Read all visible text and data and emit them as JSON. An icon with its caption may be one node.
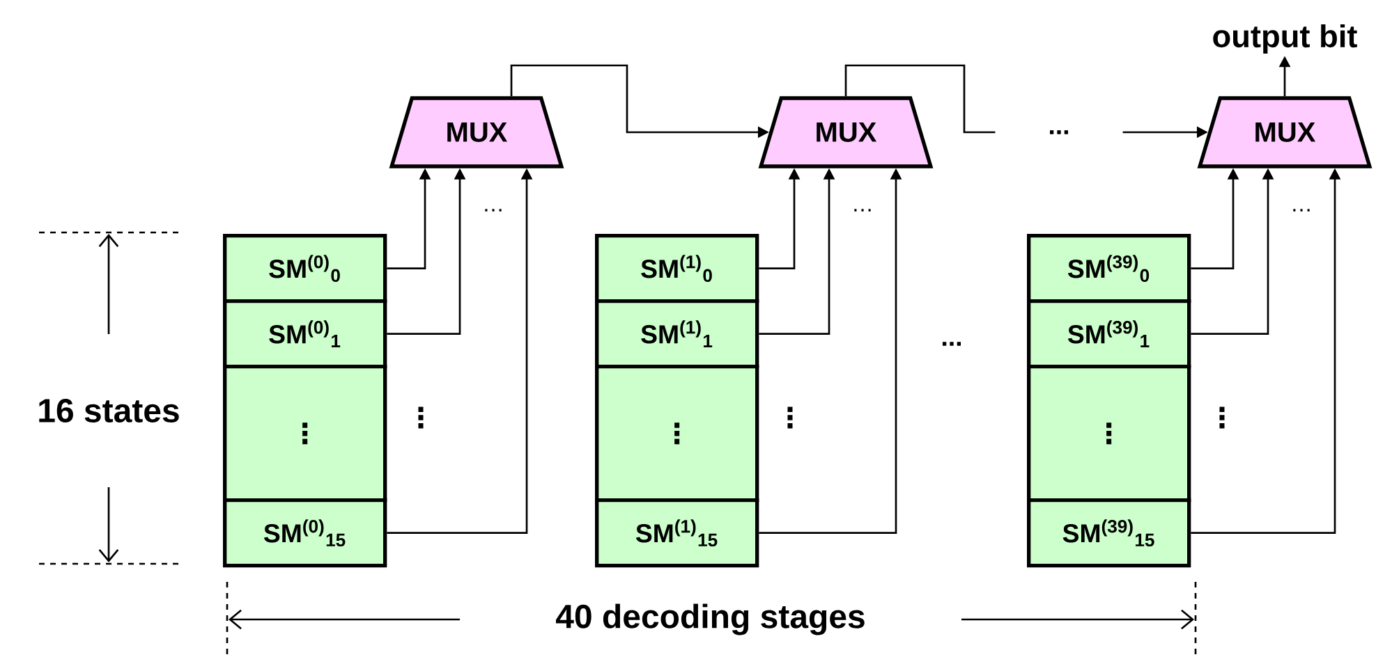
{
  "diagram": {
    "nodes": [
      {
        "text": [
          "MUX"
        ]
      },
      {
        "text": [
          "SM$^{(0)}$$_{0}$"
        ]
      },
      {
        "text": [
          "SM$^{(0)}$$_{1}$"
        ]
      },
      {
        "text": [
          "⋮"
        ]
      },
      {
        "text": [
          "SM$^{(0)}$$_{15}$"
        ]
      },
      {
        "text": [
          "MUX"
        ]
      },
      {
        "text": [
          "SM$^{(1)}$$_{0}$"
        ]
      },
      {
        "text": [
          "SM$^{(1)}$$_{1}$"
        ]
      },
      {
        "text": [
          "⋮"
        ]
      },
      {
        "text": [
          "SM$^{(1)}$$_{15}$"
        ]
      },
      {
        "text": [
          "MUX"
        ]
      },
      {
        "text": [
          "SM$^{(39)}$$_{0}$"
        ]
      },
      {
        "text": [
          "SM$^{(39)}$$_{1}$"
        ]
      },
      {
        "text": [
          "⋮"
        ]
      },
      {
        "text": [
          "SM$^{(39)}$$_{15}$"
        ]
      },
      {
        "text": [
          "output bit"
        ]
      }
    ],
    "edges": [
      {
        "from": 1,
        "to": 0,
        "arrow": "to"
      },
      {
        "from": 2,
        "to": 0,
        "arrow": "to"
      },
      {
        "from": 4,
        "to": 0,
        "arrow": "to"
      },
      {
        "from": 6,
        "to": 5,
        "arrow": "to"
      },
      {
        "from": 7,
        "to": 5,
        "arrow": "to"
      },
      {
        "from": 9,
        "to": 5,
        "arrow": "to"
      },
      {
        "from": 11,
        "to": 10,
        "arrow": "to"
      },
      {
        "from": 12,
        "to": 10,
        "arrow": "to"
      },
      {
        "from": 14,
        "to": 10,
        "arrow": "to"
      },
      {
        "from": 0,
        "to": 5,
        "arrow": "to"
      },
      {
        "from": 5,
        "to": 10,
        "arrow": "to",
        "label": "..."
      },
      {
        "from": 10,
        "to": 15,
        "arrow": "to"
      }
    ],
    "labels": [
      "…",
      "…",
      "…",
      "...",
      "16 states",
      "⋮",
      "⋮",
      "⋮",
      "40 decoding stages"
    ]
  }
}
